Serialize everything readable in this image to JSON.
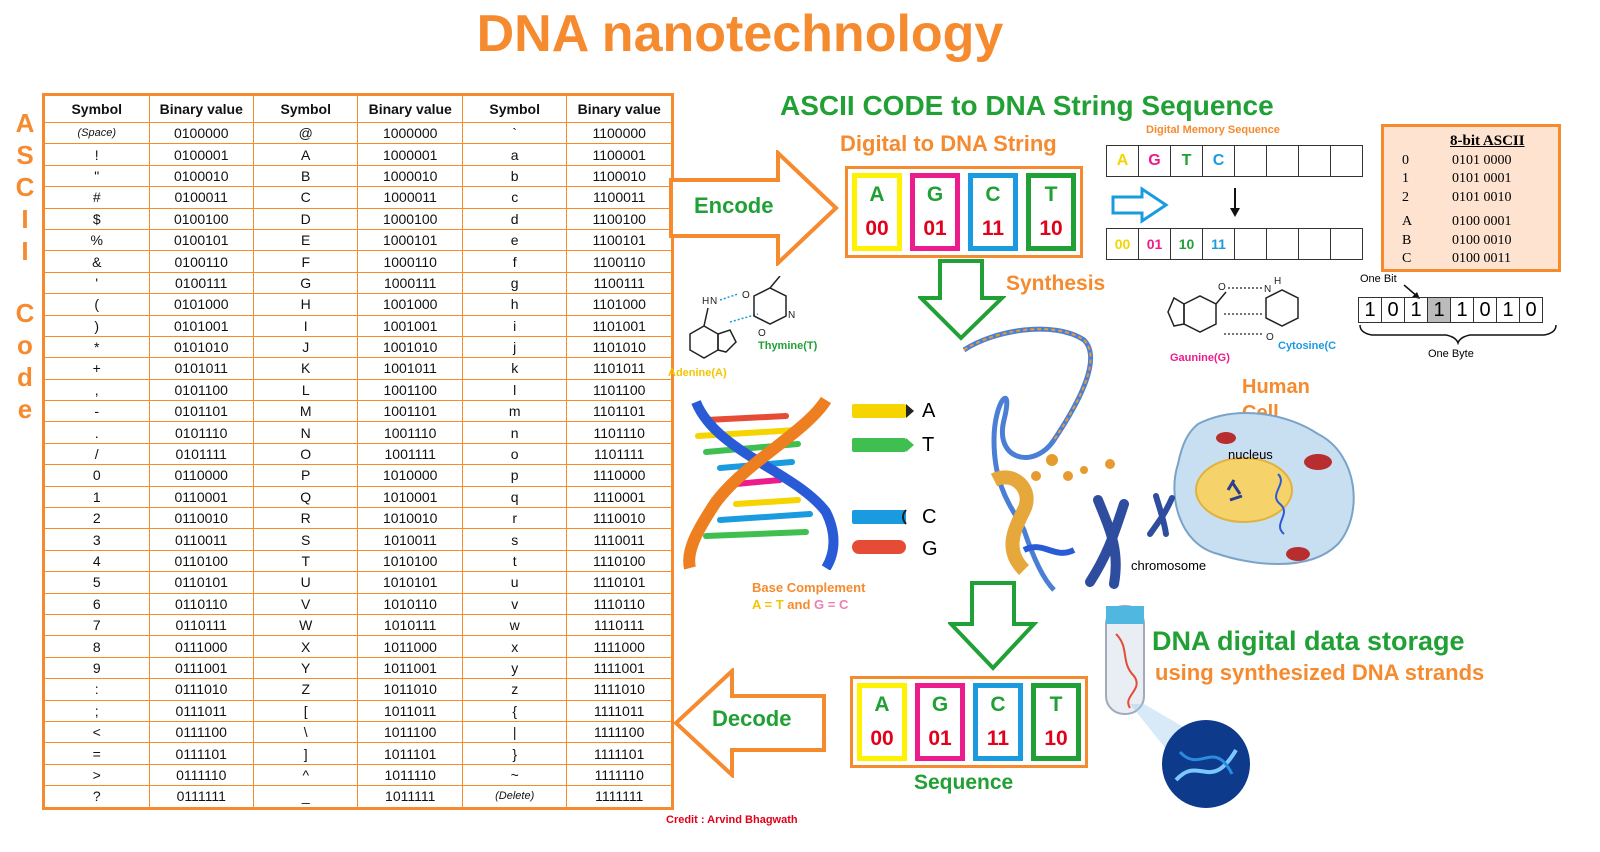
{
  "title": "DNA nanotechnology",
  "side_label": [
    "A",
    "S",
    "C",
    "I",
    "I",
    "C",
    "o",
    "d",
    "e"
  ],
  "table": {
    "headers": [
      "Symbol",
      "Binary value",
      "Symbol",
      "Binary value",
      "Symbol",
      "Binary value"
    ],
    "rows": [
      [
        "(Space)",
        "0100000",
        "@",
        "1000000",
        "`",
        "1100000"
      ],
      [
        "!",
        "0100001",
        "A",
        "1000001",
        "a",
        "1100001"
      ],
      [
        "\"",
        "0100010",
        "B",
        "1000010",
        "b",
        "1100010"
      ],
      [
        "#",
        "0100011",
        "C",
        "1000011",
        "c",
        "1100011"
      ],
      [
        "$",
        "0100100",
        "D",
        "1000100",
        "d",
        "1100100"
      ],
      [
        "%",
        "0100101",
        "E",
        "1000101",
        "e",
        "1100101"
      ],
      [
        "&",
        "0100110",
        "F",
        "1000110",
        "f",
        "1100110"
      ],
      [
        "'",
        "0100111",
        "G",
        "1000111",
        "g",
        "1100111"
      ],
      [
        "(",
        "0101000",
        "H",
        "1001000",
        "h",
        "1101000"
      ],
      [
        ")",
        "0101001",
        "I",
        "1001001",
        "i",
        "1101001"
      ],
      [
        "*",
        "0101010",
        "J",
        "1001010",
        "j",
        "1101010"
      ],
      [
        "+",
        "0101011",
        "K",
        "1001011",
        "k",
        "1101011"
      ],
      [
        ",",
        "0101100",
        "L",
        "1001100",
        "l",
        "1101100"
      ],
      [
        "-",
        "0101101",
        "M",
        "1001101",
        "m",
        "1101101"
      ],
      [
        ".",
        "0101110",
        "N",
        "1001110",
        "n",
        "1101110"
      ],
      [
        "/",
        "0101111",
        "O",
        "1001111",
        "o",
        "1101111"
      ],
      [
        "0",
        "0110000",
        "P",
        "1010000",
        "p",
        "1110000"
      ],
      [
        "1",
        "0110001",
        "Q",
        "1010001",
        "q",
        "1110001"
      ],
      [
        "2",
        "0110010",
        "R",
        "1010010",
        "r",
        "1110010"
      ],
      [
        "3",
        "0110011",
        "S",
        "1010011",
        "s",
        "1110011"
      ],
      [
        "4",
        "0110100",
        "T",
        "1010100",
        "t",
        "1110100"
      ],
      [
        "5",
        "0110101",
        "U",
        "1010101",
        "u",
        "1110101"
      ],
      [
        "6",
        "0110110",
        "V",
        "1010110",
        "v",
        "1110110"
      ],
      [
        "7",
        "0110111",
        "W",
        "1010111",
        "w",
        "1110111"
      ],
      [
        "8",
        "0111000",
        "X",
        "1011000",
        "x",
        "1111000"
      ],
      [
        "9",
        "0111001",
        "Y",
        "1011001",
        "y",
        "1111001"
      ],
      [
        ":",
        "0111010",
        "Z",
        "1011010",
        "z",
        "1111010"
      ],
      [
        ";",
        "0111011",
        "[",
        "1011011",
        "{",
        "1111011"
      ],
      [
        "<",
        "0111100",
        "\\",
        "1011100",
        "|",
        "1111100"
      ],
      [
        "=",
        "0111101",
        "]",
        "1011101",
        "}",
        "1111101"
      ],
      [
        ">",
        "0111110",
        "^",
        "1011110",
        "~",
        "1111110"
      ],
      [
        "?",
        "0111111",
        "_",
        "1011111",
        "(Delete)",
        "1111111"
      ]
    ]
  },
  "heading_ascii_to_dna": "ASCII CODE to DNA String Sequence",
  "heading_digital_to_dna": "Digital to DNA String",
  "encode_label": "Encode",
  "decode_label": "Decode",
  "synthesis_label": "Synthesis",
  "sequence_label": "Sequence",
  "bases": [
    {
      "letter": "A",
      "bits": "00",
      "color": "#fff200",
      "text": "#21a035"
    },
    {
      "letter": "G",
      "bits": "01",
      "color": "#ec1c8c",
      "text": "#21a035"
    },
    {
      "letter": "C",
      "bits": "11",
      "color": "#1a9be0",
      "text": "#21a035"
    },
    {
      "letter": "T",
      "bits": "10",
      "color": "#21a035",
      "text": "#21a035"
    }
  ],
  "memory": {
    "title": "Digital Memory Sequence",
    "row1": [
      "A",
      "G",
      "T",
      "C"
    ],
    "row1_colors": [
      "#f5d400",
      "#ec1c8c",
      "#21a035",
      "#1a9be0"
    ],
    "row2": [
      "00",
      "01",
      "10",
      "11"
    ],
    "row2_colors": [
      "#f5d400",
      "#ec1c8c",
      "#21a035",
      "#1a9be0"
    ]
  },
  "ascii8": {
    "title": "8-bit ASCII",
    "rows": [
      [
        "0",
        "0101 0000"
      ],
      [
        "1",
        "0101 0001"
      ],
      [
        "2",
        "0101 0010"
      ],
      [
        "A",
        "0100 0001"
      ],
      [
        "B",
        "0100 0010"
      ],
      [
        "C",
        "0100 0011"
      ]
    ]
  },
  "one_bit_label": "One Bit",
  "one_byte_label": "One Byte",
  "byte_bits": [
    "1",
    "0",
    "1",
    "1",
    "1",
    "0",
    "1",
    "0"
  ],
  "molecule_labels": {
    "thymine": "Thymine(T)",
    "adenine": "Adenine(A)",
    "guanine": "Gaunine(G)",
    "cytosine": "Cytosine(C"
  },
  "helix_letters": [
    "A",
    "T",
    "C",
    "G"
  ],
  "base_complement": {
    "title": "Base Complement",
    "rule1": "A = T",
    "and": "and",
    "rule2": "G = C"
  },
  "human_cell": {
    "label_line1": "Human",
    "label_line2": "Cell",
    "nucleus": "nucleus",
    "chromosome": "chromosome"
  },
  "storage": {
    "line1": "DNA digital data storage",
    "line2": "using synthesized DNA strands"
  },
  "credit": "Credit : Arvind Bhagwath"
}
